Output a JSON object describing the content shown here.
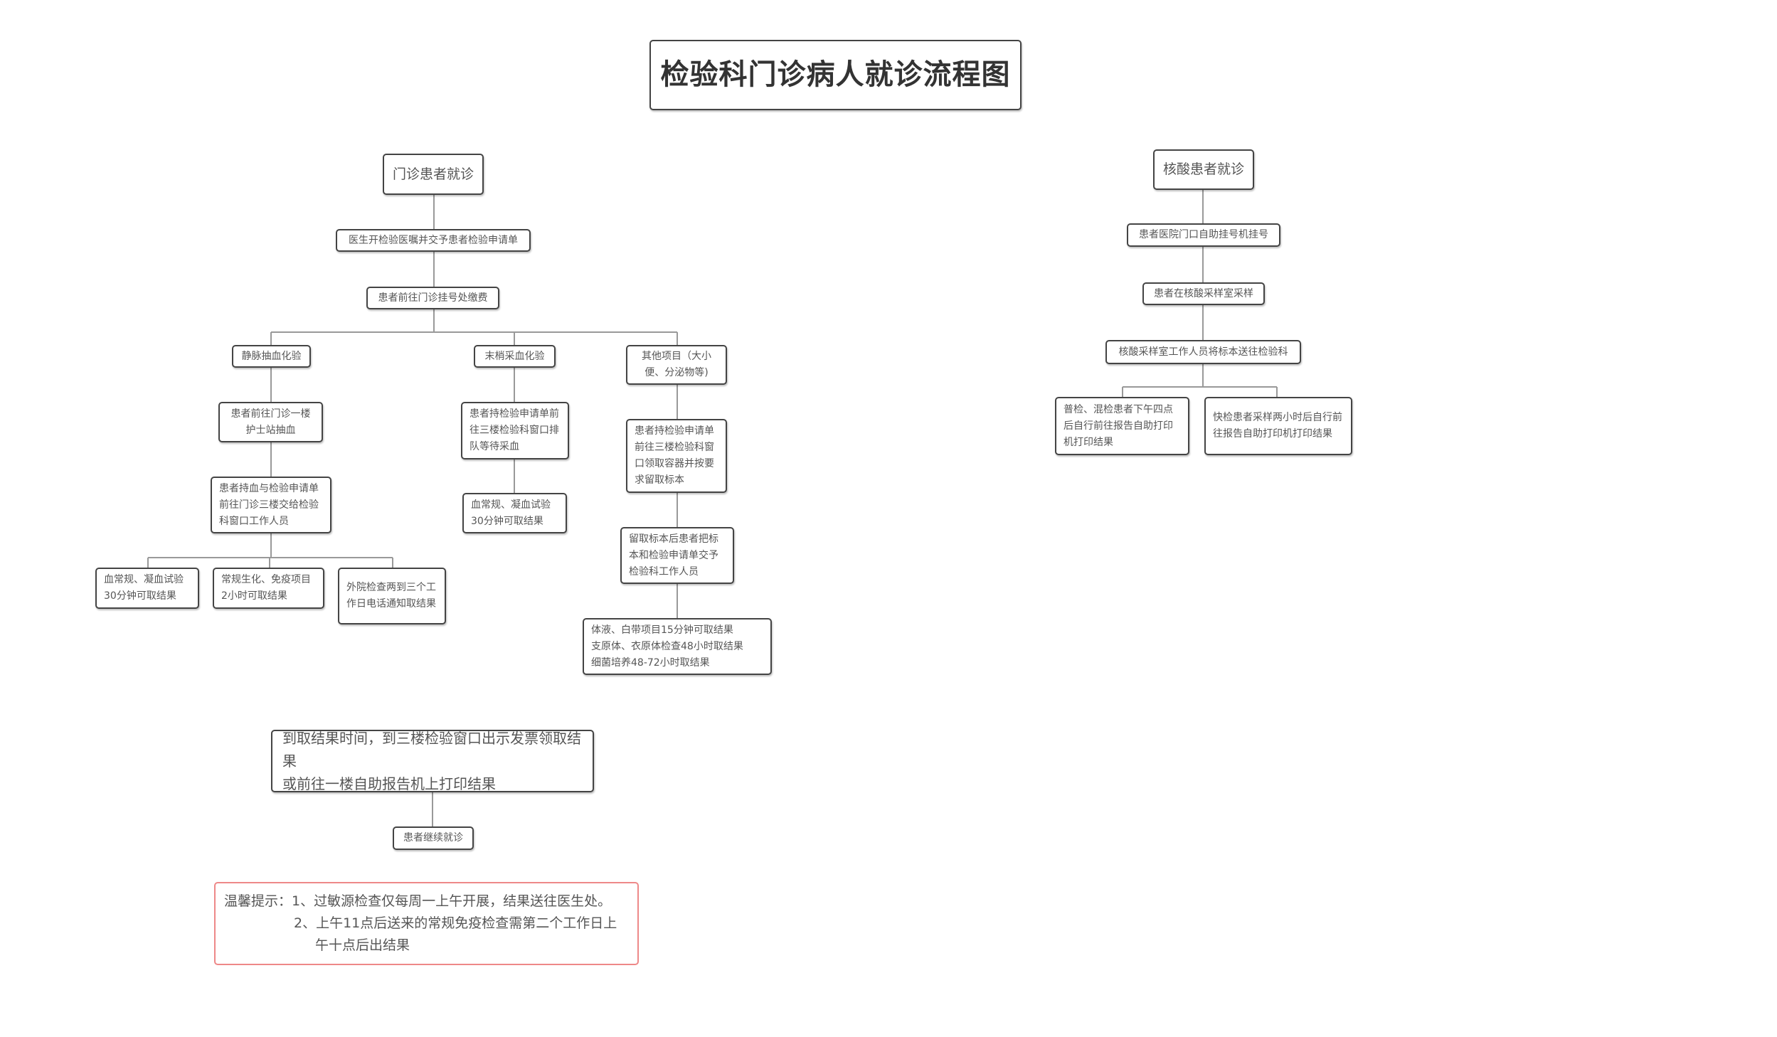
{
  "title": "检验科门诊病人就诊流程图",
  "outpatient": {
    "root": "门诊患者就诊",
    "step1": "医生开检验医嘱并交予患者检验申请单",
    "step2": "患者前往门诊挂号处缴费",
    "branches": {
      "venous": {
        "label": "静脉抽血化验",
        "step1": "患者前往门诊一楼护士站抽血",
        "step2": "患者持血与检验申请单前往门诊三楼交给检验科窗口工作人员",
        "results": [
          "血常规、凝血试验30分钟可取结果",
          "常规生化、免疫项目2小时可取结果",
          "外院检查两到三个工作日电话通知取结果"
        ]
      },
      "peripheral": {
        "label": "末梢采血化验",
        "step1": "患者持检验申请单前往三楼检验科窗口排队等待采血",
        "result": "血常规、凝血试验30分钟可取结果"
      },
      "other": {
        "label": "其他项目（大小便、分泌物等)",
        "step1": "患者持检验申请单前往三楼检验科窗口领取容器并按要求留取标本",
        "step2": "留取标本后患者把标本和检验申请单交予检验科工作人员",
        "results": [
          "体液、白带项目15分钟可取结果",
          "支原体、衣原体检查48小时取结果",
          "细菌培养48-72小时取结果"
        ]
      }
    },
    "collect": [
      "到取结果时间，到三楼检验窗口出示发票领取结果",
      "或前往一楼自助报告机上打印结果"
    ],
    "continue": "患者继续就诊",
    "tip": {
      "prefix": "温馨提示：",
      "line1": "1、过敏源检查仅每周一上午开展，结果送往医生处。",
      "line2": "2、上午11点后送来的常规免疫检查需第二个工作日上",
      "line3": "午十点后出结果"
    }
  },
  "nucleic": {
    "root": "核酸患者就诊",
    "step1": "患者医院门口自助挂号机挂号",
    "step2": "患者在核酸采样室采样",
    "step3": "核酸采样室工作人员将标本送往检验科",
    "results": [
      "普检、混检患者下午四点后自行前往报告自助打印机打印结果",
      "快检患者采样两小时后自行前往报告自助打印机打印结果"
    ]
  },
  "colors": {
    "border": "#444444",
    "line": "#999999",
    "tip_border": "#ee8888"
  }
}
